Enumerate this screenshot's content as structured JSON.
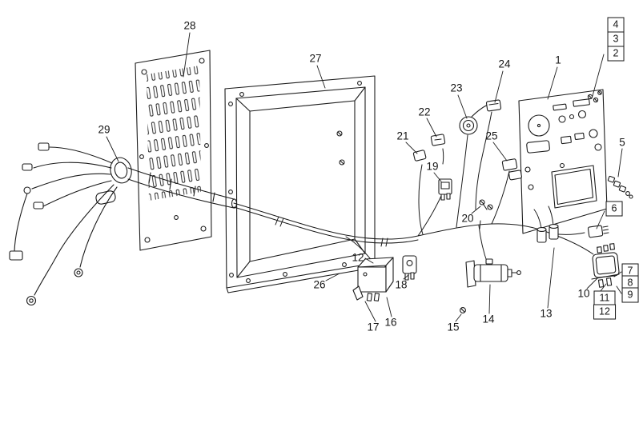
{
  "figure": {
    "kind": "exploded-parts-diagram",
    "description": "Wiring harness, control panel and enclosure exploded view with numbered callouts",
    "background_color": "#ffffff",
    "line_color": "#1c1c1c"
  },
  "callouts": [
    {
      "label": "28",
      "boxed": false
    },
    {
      "label": "27",
      "boxed": false
    },
    {
      "label": "1",
      "boxed": false
    },
    {
      "label": "24",
      "boxed": false
    },
    {
      "label": "23",
      "boxed": false
    },
    {
      "label": "4",
      "boxed": true
    },
    {
      "label": "3",
      "boxed": true
    },
    {
      "label": "2",
      "boxed": true
    },
    {
      "label": "29",
      "boxed": false
    },
    {
      "label": "22",
      "boxed": false
    },
    {
      "label": "21",
      "boxed": false
    },
    {
      "label": "25",
      "boxed": false
    },
    {
      "label": "5",
      "boxed": false
    },
    {
      "label": "19",
      "boxed": false
    },
    {
      "label": "20",
      "boxed": false
    },
    {
      "label": "6",
      "boxed": true
    },
    {
      "label": "12",
      "boxed": false
    },
    {
      "label": "26",
      "boxed": false
    },
    {
      "label": "18",
      "boxed": false
    },
    {
      "label": "7",
      "boxed": true
    },
    {
      "label": "8",
      "boxed": true
    },
    {
      "label": "9",
      "boxed": true
    },
    {
      "label": "10",
      "boxed": false
    },
    {
      "label": "11",
      "boxed": true
    },
    {
      "label": "12",
      "boxed": true
    },
    {
      "label": "17",
      "boxed": false
    },
    {
      "label": "16",
      "boxed": false
    },
    {
      "label": "15",
      "boxed": false
    },
    {
      "label": "14",
      "boxed": false
    },
    {
      "label": "13",
      "boxed": false
    }
  ]
}
